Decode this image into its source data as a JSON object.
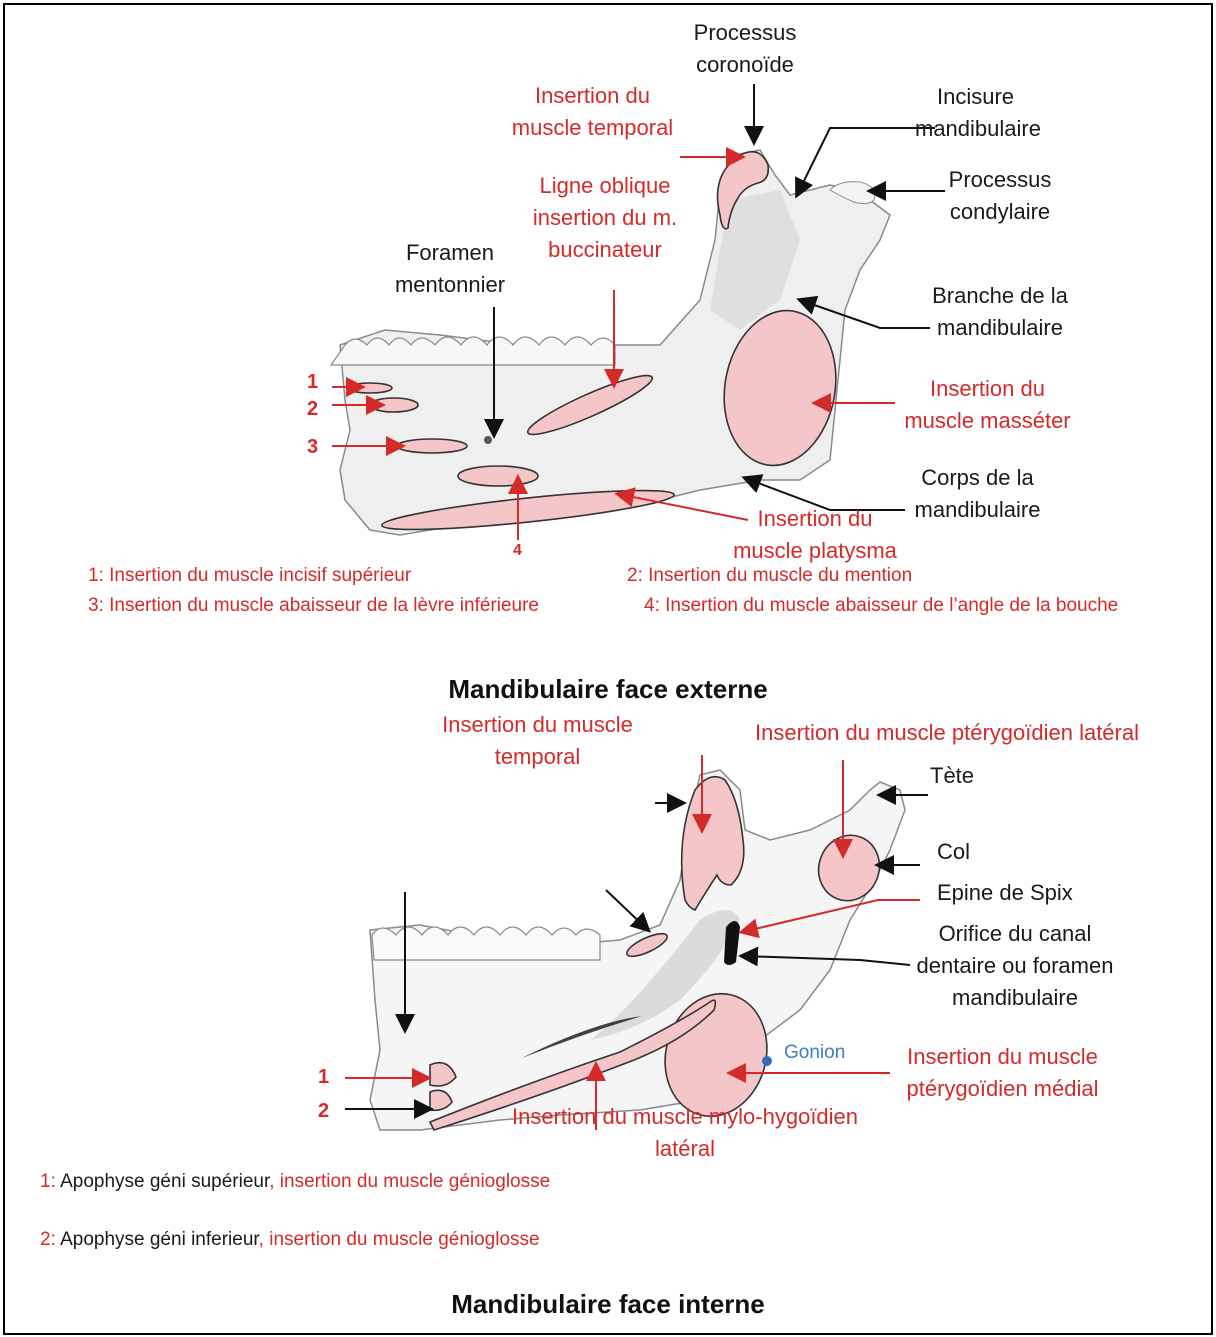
{
  "external": {
    "title": "Mandibulaire face externe",
    "labels": {
      "processus_coronoide": [
        "Processus",
        "coronoïde"
      ],
      "incisure_mandibulaire": [
        "Incisure",
        "mandibulaire"
      ],
      "processus_condylaire": [
        "Processus",
        "condylaire"
      ],
      "insertion_temporal": [
        "Insertion du",
        "muscle temporal"
      ],
      "ligne_oblique": [
        "Ligne oblique",
        "insertion du m.",
        "buccinateur"
      ],
      "foramen_mentonnier": [
        "Foramen",
        "mentonnier"
      ],
      "branche_mandibulaire": [
        "Branche de la",
        "mandibulaire"
      ],
      "insertion_masseter": [
        "Insertion du",
        "muscle masséter"
      ],
      "corps_mandibulaire": [
        "Corps de la",
        "mandibulaire"
      ],
      "insertion_platysma": [
        "Insertion du",
        "muscle platysma"
      ]
    },
    "numbers": [
      "1",
      "2",
      "3",
      "4"
    ],
    "legend": {
      "l1": "1: Insertion du muscle incisif supérieur",
      "l2": "2: Insertion du muscle du mention",
      "l3": "3: Insertion du muscle abaisseur de la lèvre inférieure",
      "l4": "4: Insertion du muscle abaisseur de l’angle de la bouche"
    }
  },
  "internal": {
    "title": "Mandibulaire face interne",
    "labels": {
      "insertion_temporal": [
        "Insertion du muscle",
        "temporal"
      ],
      "insertion_pterygoidien_lateral": "Insertion du muscle ptérygoïdien latéral",
      "tete": "Tète",
      "col": "Col",
      "epine_spix": "Epine de Spix",
      "orifice_canal": [
        "Orifice du canal",
        "dentaire ou foramen",
        "mandibulaire"
      ],
      "insertion_pterygoidien_medial": [
        "Insertion du muscle",
        "ptérygoïdien médial"
      ],
      "insertion_mylohyoidien": [
        "Insertion du muscle mylo-hygoïdien",
        "latéral"
      ],
      "gonion": "Gonion"
    },
    "numbers": [
      "1",
      "2"
    ],
    "legend": {
      "l1_num": "1: ",
      "l1_black": "Apophyse géni supérieur",
      "l1_red": ", insertion du muscle génioglosse",
      "l2_num": "2: ",
      "l2_black": "Apophyse géni inferieur",
      "l2_red": ", insertion du muscle génioglosse"
    }
  },
  "colors": {
    "red_text": "#d42a2a",
    "insertion_fill": "#f5c6c8",
    "bone_fill": "#ededed",
    "gonion_blue": "#3c7dc4"
  }
}
